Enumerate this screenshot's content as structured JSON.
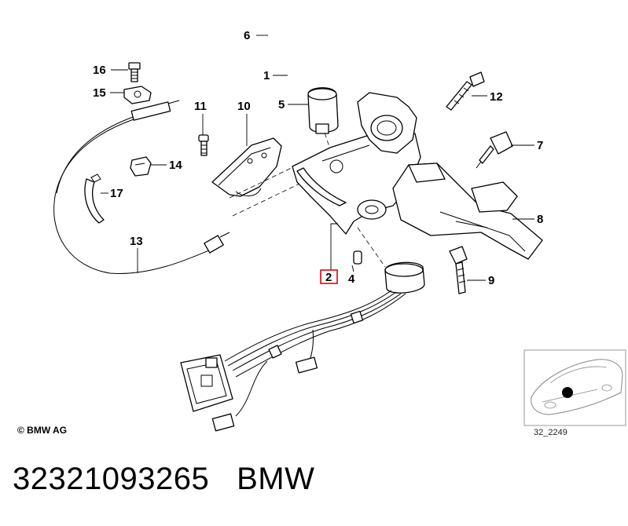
{
  "callouts": [
    {
      "id": "6",
      "label": "6"
    },
    {
      "id": "1",
      "label": "1"
    },
    {
      "id": "16",
      "label": "16"
    },
    {
      "id": "15",
      "label": "15"
    },
    {
      "id": "11",
      "label": "11"
    },
    {
      "id": "10",
      "label": "10"
    },
    {
      "id": "5",
      "label": "5"
    },
    {
      "id": "12",
      "label": "12"
    },
    {
      "id": "7",
      "label": "7"
    },
    {
      "id": "14",
      "label": "14"
    },
    {
      "id": "17",
      "label": "17"
    },
    {
      "id": "8",
      "label": "8"
    },
    {
      "id": "13",
      "label": "13"
    },
    {
      "id": "2",
      "label": "2"
    },
    {
      "id": "4",
      "label": "4"
    },
    {
      "id": "9",
      "label": "9"
    }
  ],
  "highlight": {
    "part": "2",
    "color": "#e0202a"
  },
  "copyright": "© BMW AG",
  "reference_code": "32_2249",
  "footer": {
    "part_number": "32321093265",
    "brand": "BMW"
  }
}
